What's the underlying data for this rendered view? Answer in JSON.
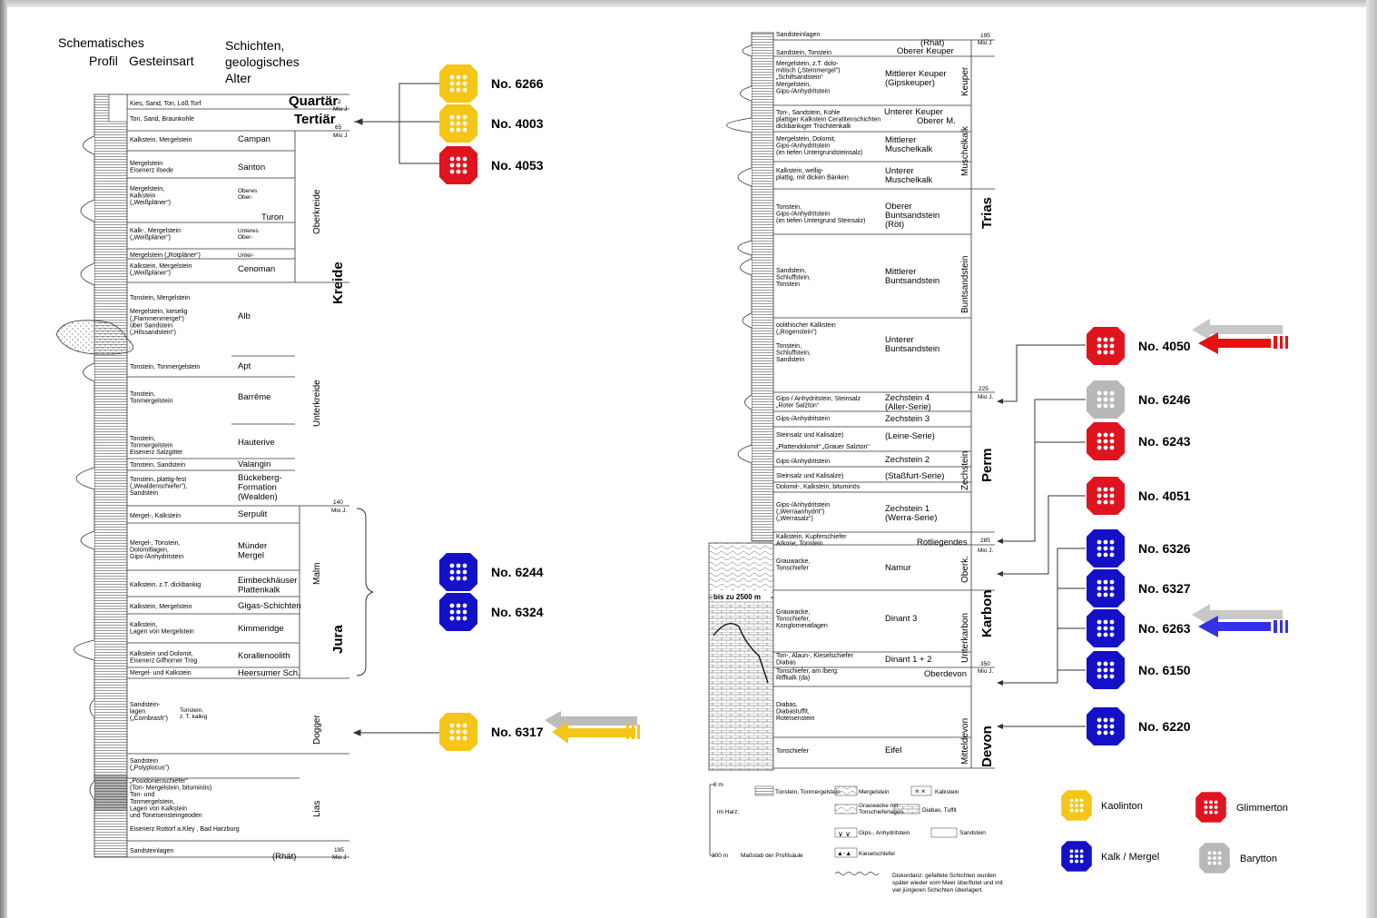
{
  "left_column": {
    "header_profil": [
      "Schematisches",
      "Profil"
    ],
    "header_gestein": "Gesteinsart",
    "header_schichten": [
      "Schichten,",
      "geologisches",
      "Alter"
    ],
    "rows": [
      {
        "rock": [
          "Kies, Sand, Ton, Löß Torf"
        ],
        "age": [
          "Quartär"
        ]
      },
      {
        "rock": [
          "Ton, Sand, Braunkohle"
        ],
        "age": [
          "Tertiär"
        ]
      },
      {
        "rock": [
          "Kalkstein, Mergelstein"
        ],
        "age": [
          "Campan"
        ]
      },
      {
        "rock": [
          "Mergelstein",
          "Eisenerz Ilsede"
        ],
        "age": [
          "Santon"
        ]
      },
      {
        "rock": [
          "Mergelstein,",
          "Kalkstein",
          "(„Weißpläner“)"
        ],
        "age": [
          "Oberes",
          "Ober-"
        ]
      },
      {
        "rock": [
          "Kalk-, Mergelstein",
          "(„Weißpläner“)"
        ],
        "age": [
          "Unteres",
          "Ober-"
        ]
      },
      {
        "rock": [
          "Mergelstein („Rotpläner“)"
        ],
        "age": [
          "Unter-"
        ]
      },
      {
        "rock": [
          "Kalkstein, Mergelstein",
          "(„Weißpläner“)"
        ],
        "age": [
          "Cenoman"
        ]
      },
      {
        "rock": [
          "Tonstein, Mergelstein",
          "",
          "Mergelstein, kieselig",
          "(„Flammenmergel“)",
          "über Sandstein",
          "(„Hilssandstein“)"
        ],
        "age": [
          "Alb"
        ]
      },
      {
        "rock": [
          "Tonstein, Tonmergelstein"
        ],
        "age": [
          "Apt"
        ]
      },
      {
        "rock": [
          "Tonstein,",
          "Tonmergelstein"
        ],
        "age": [
          "Barrême"
        ]
      },
      {
        "rock": [
          "Tonstein,",
          "Tonmergelstein",
          "Eisenerz Salzgitter"
        ],
        "age": [
          "Hauterive"
        ]
      },
      {
        "rock": [
          "Tonstein, Sandstein"
        ],
        "age": [
          "Valangin"
        ]
      },
      {
        "rock": [
          "Tonstein, plattig-fest",
          "(„Wealdenschiefer“),",
          "Sandstein"
        ],
        "age": [
          "Bückeberg-",
          "Formation",
          "(Wealden)"
        ]
      },
      {
        "rock": [
          "Mergel-, Kalkstein"
        ],
        "age": [
          "Serpulit"
        ]
      },
      {
        "rock": [
          "Mergel-, Tonstein,",
          "Dolomitlagen,",
          "Gips-/Anhydritstein"
        ],
        "age": [
          "Münder",
          "Mergel"
        ]
      },
      {
        "rock": [
          "Kalkstein, z.T. dickbankig"
        ],
        "age": [
          "Eimbeckhäuser",
          "Plattenkalk"
        ]
      },
      {
        "rock": [
          "Kalkstein, Mergelstein"
        ],
        "age": [
          "Gigas-Schichten"
        ]
      },
      {
        "rock": [
          "Kalkstein,",
          "Lagen von Mergelstein"
        ],
        "age": [
          "Kimmeridge"
        ]
      },
      {
        "rock": [
          "Kalkstein und Dolomit,",
          "Eisenerz Gifhorner Trog"
        ],
        "age": [
          "Korallenoolith"
        ]
      },
      {
        "rock": [
          "Mergel- und Kalkstein"
        ],
        "age": [
          "Heersumer Sch."
        ]
      },
      {
        "rock": [
          "Sandstein-",
          "lagen",
          "(„Cornbrash“)"
        ],
        "age": [
          "Tonstein,",
          "z. T. kalkig"
        ]
      },
      {
        "rock": [
          "Sandstein",
          "(„Polyplocus“)"
        ],
        "age": []
      },
      {
        "rock": [
          "„Posidonienschiefer“",
          "(Ton- Mergelstein, bituminös)",
          "Ton- und",
          "Tonmergelstein,",
          "Lagen von Kalkstein",
          "und Toneisensteingeoden",
          "",
          "Eisenerz Rottorf a.Kley , Bad Harzburg"
        ],
        "age": []
      },
      {
        "rock": [
          "Sandsteinlagen"
        ],
        "age": [
          "(Rhät)"
        ]
      }
    ],
    "turon": "Turon",
    "groups": [
      "Oberkreide",
      "Unterkreide",
      "Malm",
      "Dogger",
      "Lias"
    ],
    "systems": [
      "Kreide",
      "Jura"
    ],
    "marks": [
      "2",
      "Mio J",
      "65",
      "Mio J",
      "140",
      "Mio J.",
      "195",
      "Mio J"
    ]
  },
  "right_column": {
    "rows": [
      {
        "rock": [
          "Sandsteinlagen"
        ],
        "age": []
      },
      {
        "rock": [
          "Sandstein, Tonstein"
        ],
        "age": [
          "(Rhät)",
          "Oberer Keuper"
        ]
      },
      {
        "rock": [
          "Mergelstein, z.T. dolo-",
          "mitisch („Steinmergel“)",
          "„Schilfsandstein“",
          "Mergelstein,",
          "Gips-/Anhydritstein"
        ],
        "age": [
          "Mittlerer Keuper",
          "(Gipskeuper)"
        ]
      },
      {
        "rock": [
          "Ton-, Sandstein, Kohle",
          "plattiger  Kalkstein Ceratitenschichten",
          "dickbankiger  Trochitenkalk"
        ],
        "age": [
          "Unterer Keuper",
          "Oberer M."
        ]
      },
      {
        "rock": [
          "Mergelstein, Dolomit,",
          "Gips-/Anhydritstein",
          "(im tiefen Untergrundsteinsalz)"
        ],
        "age": [
          "Mittlerer",
          "Muschelkalk"
        ]
      },
      {
        "rock": [
          "Kalkstein, wellig-",
          "plattig, mit dicken Bänken"
        ],
        "age": [
          "Unterer",
          "Muschelkalk"
        ]
      },
      {
        "rock": [
          "Tonstein,",
          "Gips-/Anhydritstein",
          "(im tiefen Untergrund Steinsalz)"
        ],
        "age": [
          "Oberer",
          "Buntsandstein",
          "(Röt)"
        ]
      },
      {
        "rock": [
          "Sandstein,",
          "Schluffstein,",
          "Tonstein"
        ],
        "age": [
          "Mittlerer",
          "Buntsandstein"
        ]
      },
      {
        "rock": [
          "oolithischer Kalkstein",
          "(„Rogenstein“)",
          "",
          "Tonstein,",
          "Schluffstein,",
          "Sandstein"
        ],
        "age": [
          "Unterer",
          "Buntsandstein"
        ]
      },
      {
        "rock": [
          "Gips-/ Anhydritstein, Steinsalz",
          "„Roter Salzton“"
        ],
        "age": [
          "Zechstein 4",
          "(Aller-Serie)"
        ]
      },
      {
        "rock": [
          "Gips-/Anhydritstein"
        ],
        "age": [
          "Zechstein 3"
        ]
      },
      {
        "rock": [
          "Steinsalz und Kalisalze)"
        ],
        "age": [
          "(Leine-Serie)"
        ]
      },
      {
        "rock": [
          "„Plattendolomit“ „Grauer Salzton“"
        ],
        "age": []
      },
      {
        "rock": [
          "Gips-/Anhydritstein"
        ],
        "age": [
          "Zechstein 2"
        ]
      },
      {
        "rock": [
          "Steinsalz und Kalisalze)"
        ],
        "age": [
          "(Staßfurt-Serie)"
        ]
      },
      {
        "rock": [
          "Dolomit-, Kalkstein, bituminös"
        ],
        "age": []
      },
      {
        "rock": [
          "Gips-/Anhydritstein",
          "(„Werraanhydrit“)",
          "(„Werrasalz“)"
        ],
        "age": [
          "Zechstein 1",
          "(Werra-Serie)"
        ]
      },
      {
        "rock": [
          "Kalkstein, Kupferschiefer",
          "Arkose, Tonstein"
        ],
        "age": [
          "Rotliegendes"
        ]
      },
      {
        "rock": [
          "Grauwacke,",
          "Tonschiefer"
        ],
        "age": [
          "Namur"
        ]
      },
      {
        "rock": [
          "Grauwacke,",
          "Tonschiefer,",
          "Konglomeratlagen"
        ],
        "age": [
          "Dinant 3"
        ]
      },
      {
        "rock": [
          "Ton-, Alaun-, Kieselschiefer",
          "Diabas"
        ],
        "age": [
          "Dinant 1 + 2"
        ]
      },
      {
        "rock": [
          "Tonschiefer, am Iberg:",
          "Riffkalk (da)"
        ],
        "age": [
          "Oberdevon"
        ]
      },
      {
        "rock": [
          "Diabas,",
          "Diabastuffit,",
          "Roteisenstein"
        ],
        "age": []
      },
      {
        "rock": [
          "Tonschiefer"
        ],
        "age": [
          "Eifel"
        ]
      }
    ],
    "bis_zu": "bis zu 2500 m",
    "groups": [
      "Keuper",
      "Muschelkalk",
      "Buntsandstein",
      "Zechstein",
      "Oberk.",
      "Unterkarbon",
      "Mitteldevon"
    ],
    "systems": [
      "Trias",
      "Perm",
      "Karbon",
      "Devon"
    ],
    "marks": [
      "195",
      "Mio J",
      "225",
      "Mio J.",
      "285",
      "Mio J.",
      "350",
      "Mio J."
    ]
  },
  "scale_legend": {
    "zero": "0 m",
    "im_harz": "im Harz:",
    "bottom": "300 m",
    "massstab": "Maßstab der Profilsäule",
    "items": [
      "Tonstein, Tonmergelstein",
      "Mergelstein",
      "Kalkstein",
      "Grauwacke mit",
      "Tonschieferlagen",
      "Diabas, Tuffit",
      "Gips-, Anhydritstein",
      "Sandstein",
      "Kieselschiefer"
    ],
    "diskordanz": [
      "Diskordanz: gefaltete Schichten wurden",
      "später wieder vom Meer überflutet und mit",
      "viel jüngeren Schichten überlagert."
    ]
  },
  "samples_left": [
    {
      "label": "No. 6266",
      "clay": "kaolin"
    },
    {
      "label": "No. 4003",
      "clay": "kaolin"
    },
    {
      "label": "No. 4053",
      "clay": "glimmer"
    },
    {
      "label": "No. 6244",
      "clay": "kalk"
    },
    {
      "label": "No. 6324",
      "clay": "kalk"
    },
    {
      "label": "No. 6317",
      "clay": "kaolin"
    }
  ],
  "samples_right": [
    {
      "label": "No. 4050",
      "clay": "glimmer"
    },
    {
      "label": "No. 6246",
      "clay": "baryt"
    },
    {
      "label": "No. 6243",
      "clay": "glimmer"
    },
    {
      "label": "No. 4051",
      "clay": "glimmer"
    },
    {
      "label": "No. 6326",
      "clay": "kalk"
    },
    {
      "label": "No. 6327",
      "clay": "kalk"
    },
    {
      "label": "No. 6263",
      "clay": "kalk"
    },
    {
      "label": "No. 6150",
      "clay": "kalk"
    },
    {
      "label": "No. 6220",
      "clay": "kalk"
    }
  ],
  "clay_legend": [
    {
      "label": "Kaolinton",
      "clay": "kaolin"
    },
    {
      "label": "Glimmerton",
      "clay": "glimmer"
    },
    {
      "label": "Kalk / Mergel",
      "clay": "kalk"
    },
    {
      "label": "Barytton",
      "clay": "baryt"
    }
  ],
  "colors": {
    "kaolin": "#f5c518",
    "glimmer": "#e0141e",
    "kalk": "#1410c8",
    "baryt": "#b8b8b8",
    "arrow_yellow": "#f5c518",
    "arrow_red": "#e81010",
    "arrow_blue": "#3232e6"
  }
}
